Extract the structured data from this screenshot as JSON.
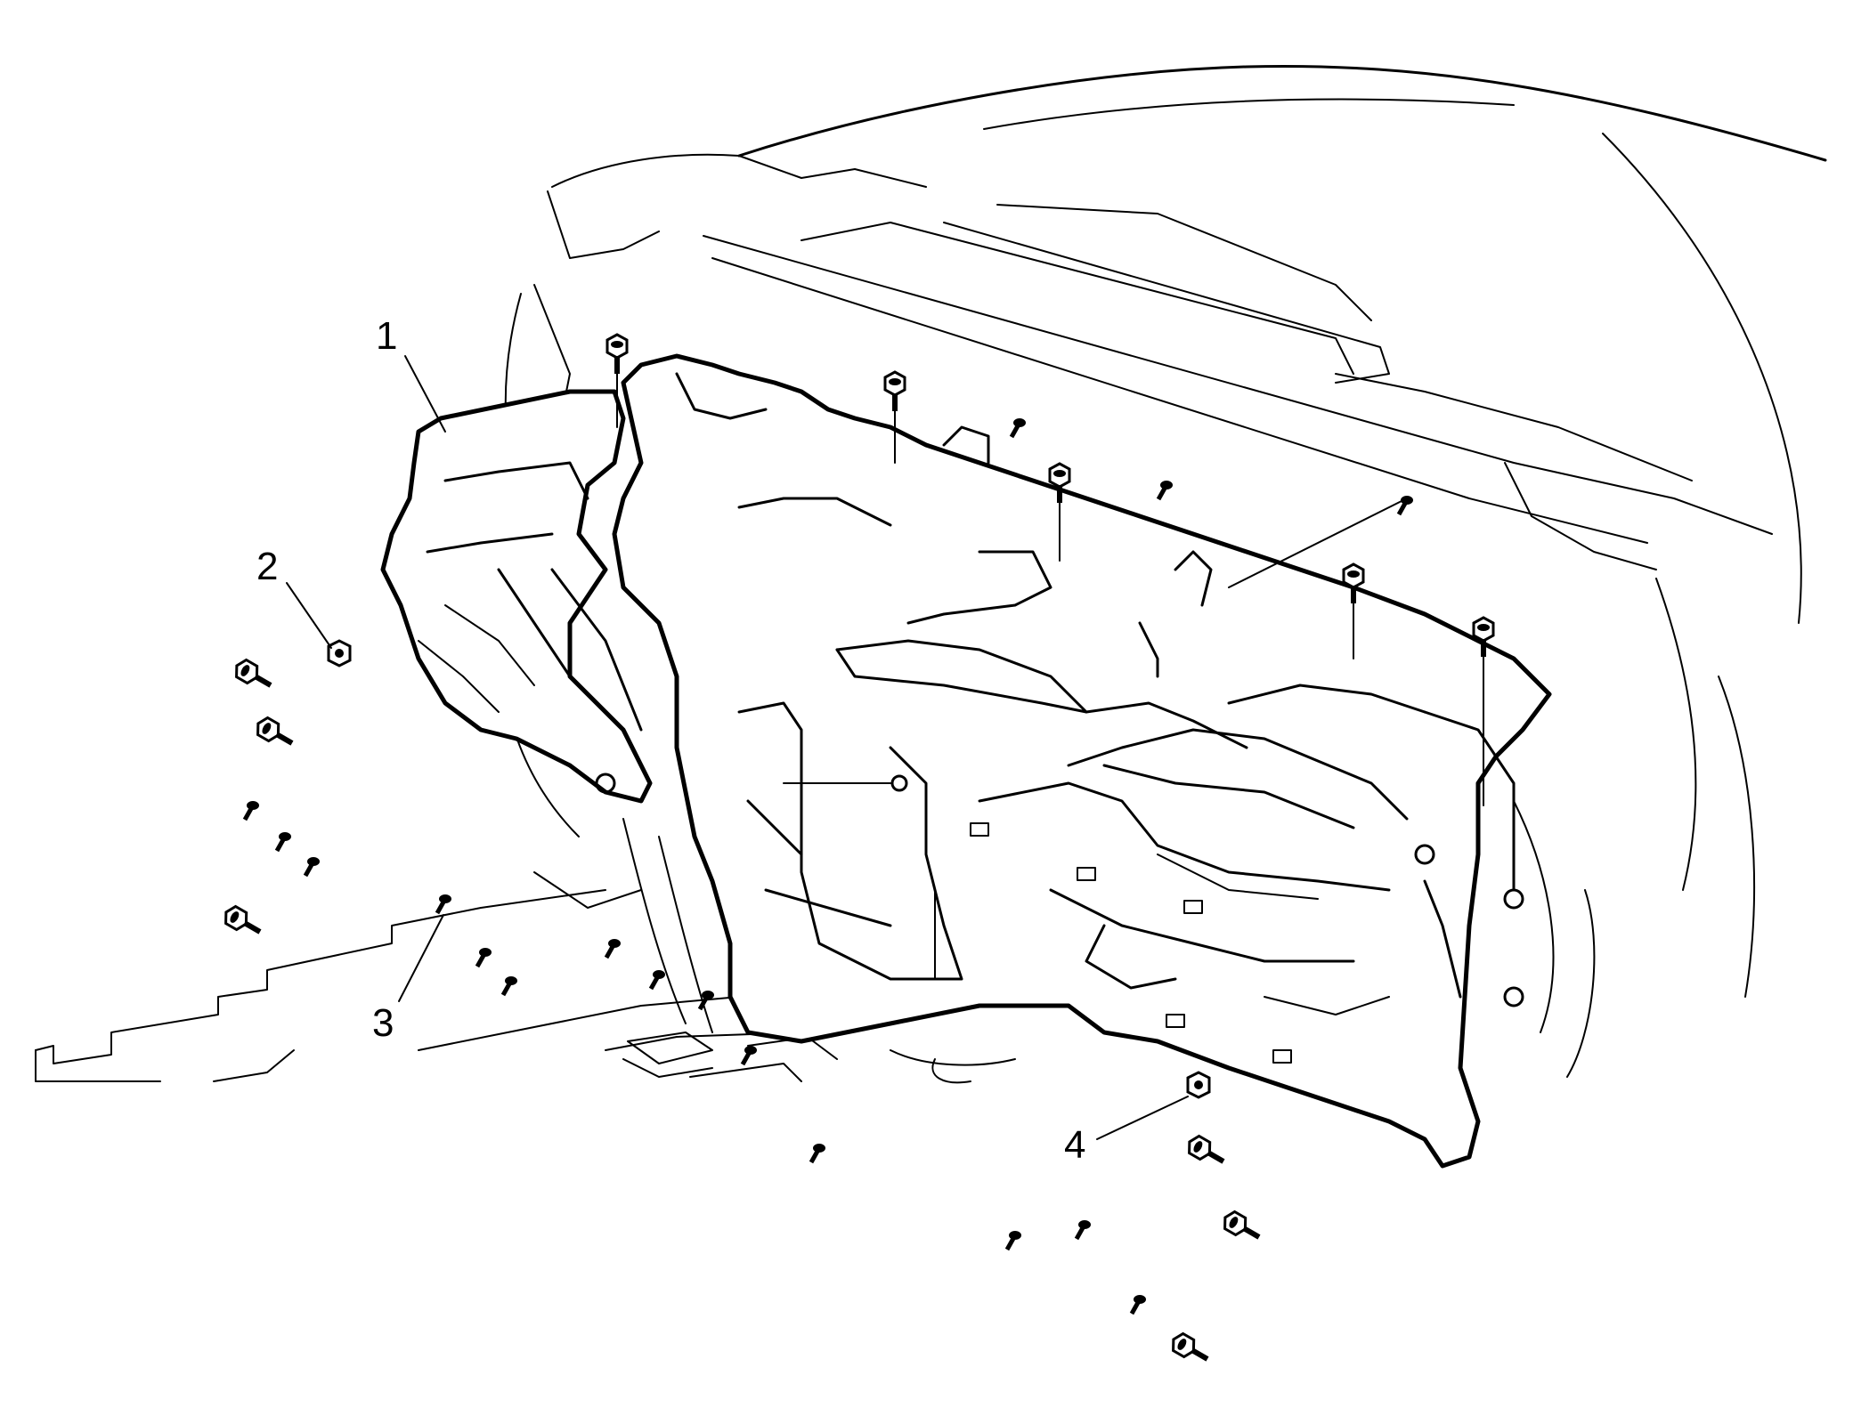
{
  "callouts": [
    {
      "label": "1"
    },
    {
      "label": "2"
    },
    {
      "label": "3"
    },
    {
      "label": "4"
    }
  ],
  "icons": [
    "bolt-icon",
    "nut-icon",
    "screw-icon"
  ]
}
